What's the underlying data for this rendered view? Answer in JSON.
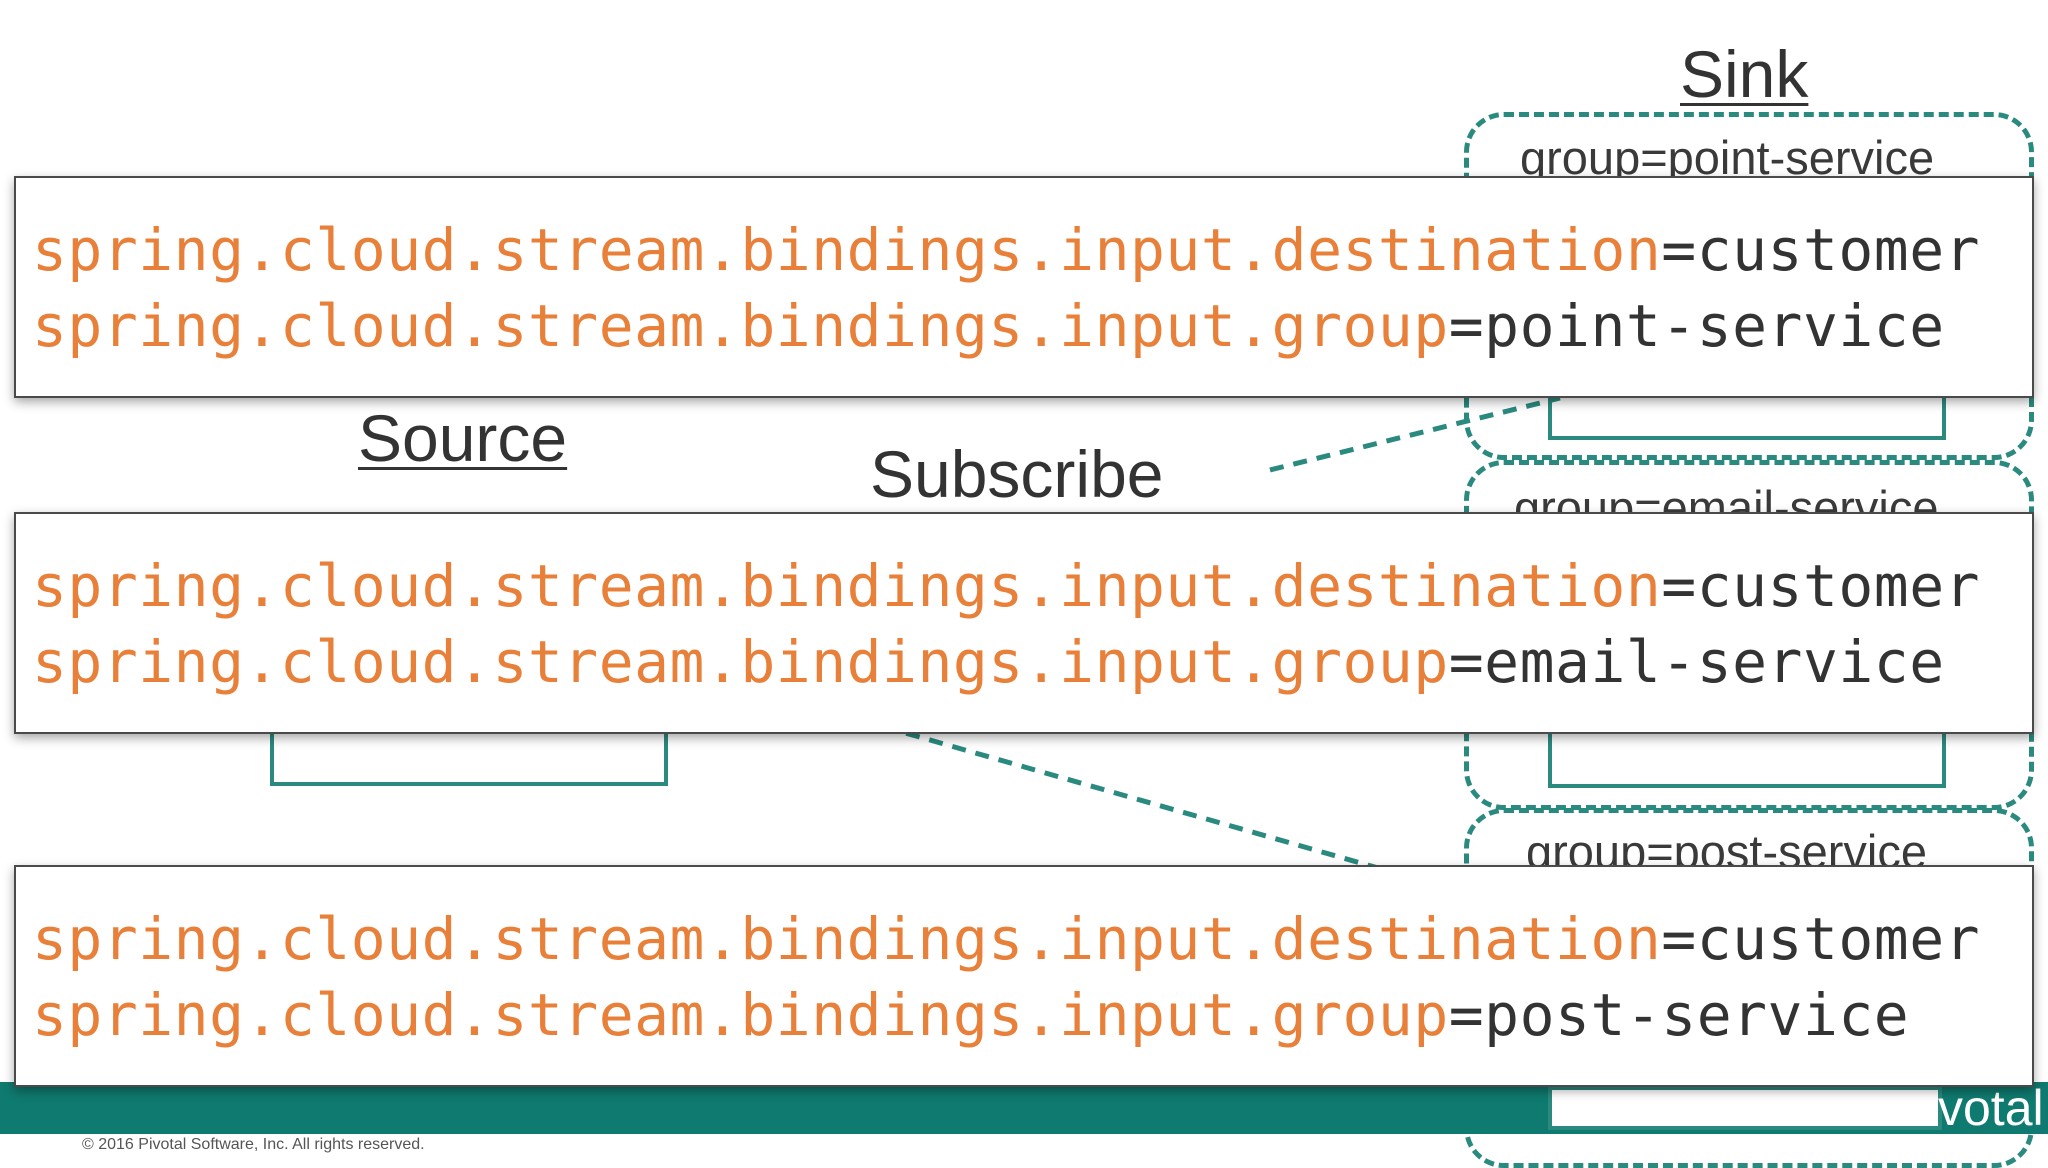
{
  "headings": {
    "sink": "Sink",
    "source": "Source",
    "subscribe": "Subscribe"
  },
  "groups": [
    "group=point-service",
    "group=email-service",
    "group=post-service"
  ],
  "config_blocks": [
    {
      "destination_key": "spring.cloud.stream.bindings.input.destination",
      "destination_value": "=customer",
      "group_key": "spring.cloud.stream.bindings.input.group",
      "group_value": "=point-service"
    },
    {
      "destination_key": "spring.cloud.stream.bindings.input.destination",
      "destination_value": "=customer",
      "group_key": "spring.cloud.stream.bindings.input.group",
      "group_value": "=email-service"
    },
    {
      "destination_key": "spring.cloud.stream.bindings.input.destination",
      "destination_value": "=customer",
      "group_key": "spring.cloud.stream.bindings.input.group",
      "group_value": "=post-service"
    }
  ],
  "footer": {
    "copyright": "© 2016 Pivotal Software, Inc.  All rights reserved.",
    "logo": "votal"
  },
  "colors": {
    "key": "#e8803a",
    "value": "#333333",
    "accent": "#2a8a7f",
    "footer_bar": "#0f7a6f"
  }
}
